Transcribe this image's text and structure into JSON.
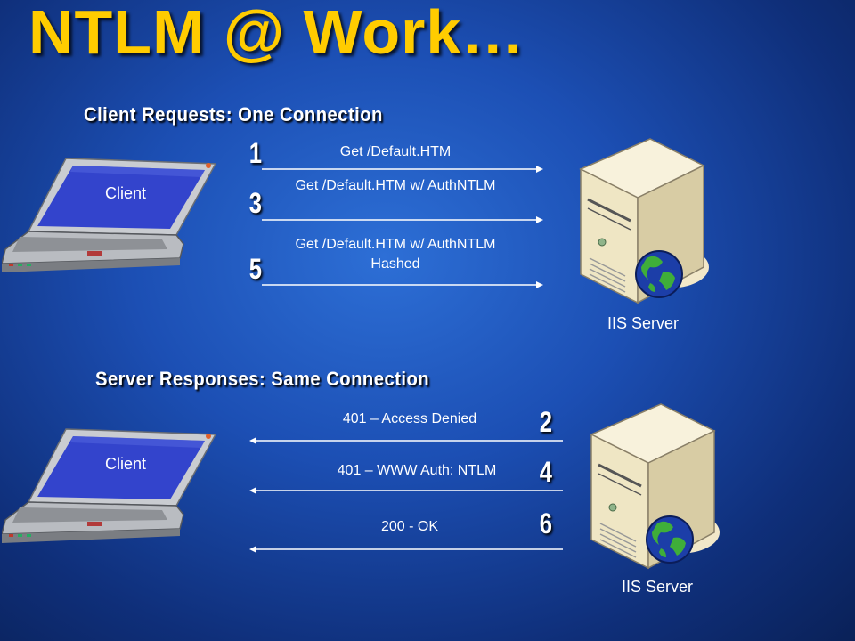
{
  "title": "NTLM @ Work…",
  "requests": {
    "heading": "Client Requests:  One Connection",
    "client_label": "Client",
    "server_label": "IIS Server",
    "steps": [
      {
        "number": "1",
        "message": "Get /Default.HTM"
      },
      {
        "number": "3",
        "message": "Get /Default.HTM w/ AuthNTLM"
      },
      {
        "number": "5",
        "message": "Get /Default.HTM w/ AuthNTLM Hashed"
      }
    ]
  },
  "responses": {
    "heading": "Server Responses:  Same Connection",
    "client_label": "Client",
    "server_label": "IIS Server",
    "steps": [
      {
        "number": "2",
        "message": "401 – Access Denied"
      },
      {
        "number": "4",
        "message": "401 – WWW Auth:  NTLM"
      },
      {
        "number": "6",
        "message": "200 - OK"
      }
    ]
  },
  "colors": {
    "title": "#ffcc00",
    "arrow": "#ffffff",
    "screen": "#2f3cc8"
  },
  "icons": [
    "laptop-icon",
    "server-icon",
    "globe-icon"
  ]
}
